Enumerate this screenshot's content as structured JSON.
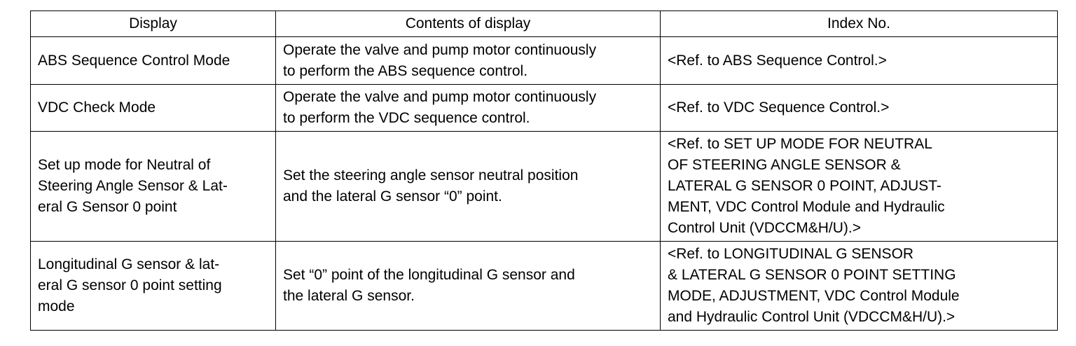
{
  "table": {
    "headers": [
      "Display",
      "Contents of display",
      "Index No."
    ],
    "rows": [
      {
        "display": "ABS Sequence Control Mode",
        "contents": "Operate the valve and pump motor continuously\nto perform the ABS sequence control.",
        "index": "<Ref. to ABS Sequence Control.>"
      },
      {
        "display": "VDC Check Mode",
        "contents": "Operate the valve and pump motor continuously\nto perform the VDC sequence control.",
        "index": "<Ref. to VDC Sequence Control.>"
      },
      {
        "display": "Set up mode for Neutral of\nSteering Angle Sensor & Lat-\neral G Sensor 0 point",
        "contents": "Set the steering angle sensor neutral position\nand the lateral G sensor “0” point.",
        "index": "<Ref. to SET UP MODE FOR NEUTRAL\n OF STEERING ANGLE SENSOR &\nLATERAL G SENSOR 0 POINT, ADJUST-\nMENT, VDC Control Module and Hydraulic\nControl Unit (VDCCM&H/U).>"
      },
      {
        "display": "Longitudinal G sensor & lat-\neral G sensor 0 point setting\nmode",
        "contents": "Set “0” point of the longitudinal G sensor and\nthe lateral G sensor.",
        "index": "<Ref. to LONGITUDINAL G SENSOR\n& LATERAL G SENSOR 0 POINT SETTING\nMODE, ADJUSTMENT, VDC Control Module\nand Hydraulic Control Unit (VDCCM&H/U).>"
      }
    ]
  }
}
